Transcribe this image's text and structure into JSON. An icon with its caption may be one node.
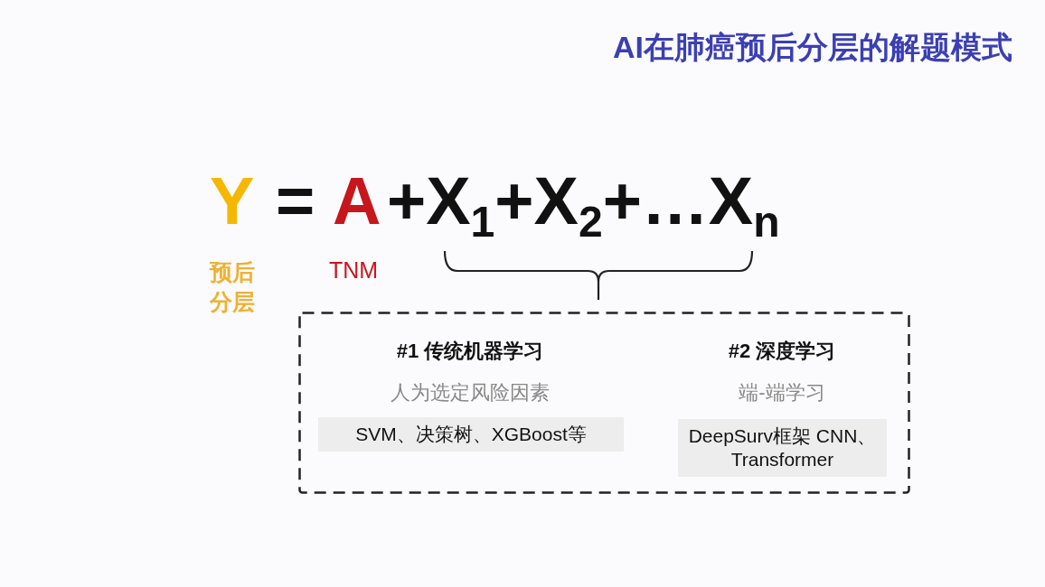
{
  "diagram": {
    "title": "AI在肺癌预后分层的解题模式",
    "nodes": [
      {
        "text": [],
        "shape": "box"
      },
      {
        "text": [
          "SVM、决策树、XGBoost等"
        ],
        "in": 0
      },
      {
        "text": [
          "DeepSurv框架 CNN、Transformer"
        ],
        "in": 0
      }
    ],
    "labels": [
      "Y",
      "=",
      "A",
      "+X$_{1}$+X$_{2}$+…X$_{n}$",
      "预后分层",
      "TNM",
      "#1 传统机器学习",
      "人为选定风险因素",
      "#2 深度学习",
      "端-端学习"
    ]
  }
}
